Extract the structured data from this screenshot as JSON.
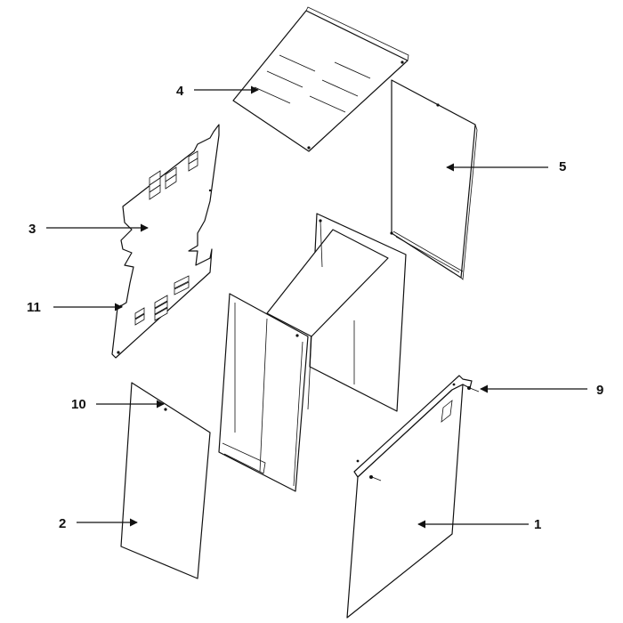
{
  "callouts": [
    {
      "id": "p1",
      "label": "1"
    },
    {
      "id": "p2",
      "label": "2"
    },
    {
      "id": "p3",
      "label": "3"
    },
    {
      "id": "p4",
      "label": "4"
    },
    {
      "id": "p5",
      "label": "5"
    },
    {
      "id": "p9",
      "label": "9"
    },
    {
      "id": "p10",
      "label": "10"
    },
    {
      "id": "p11",
      "label": "11"
    }
  ]
}
